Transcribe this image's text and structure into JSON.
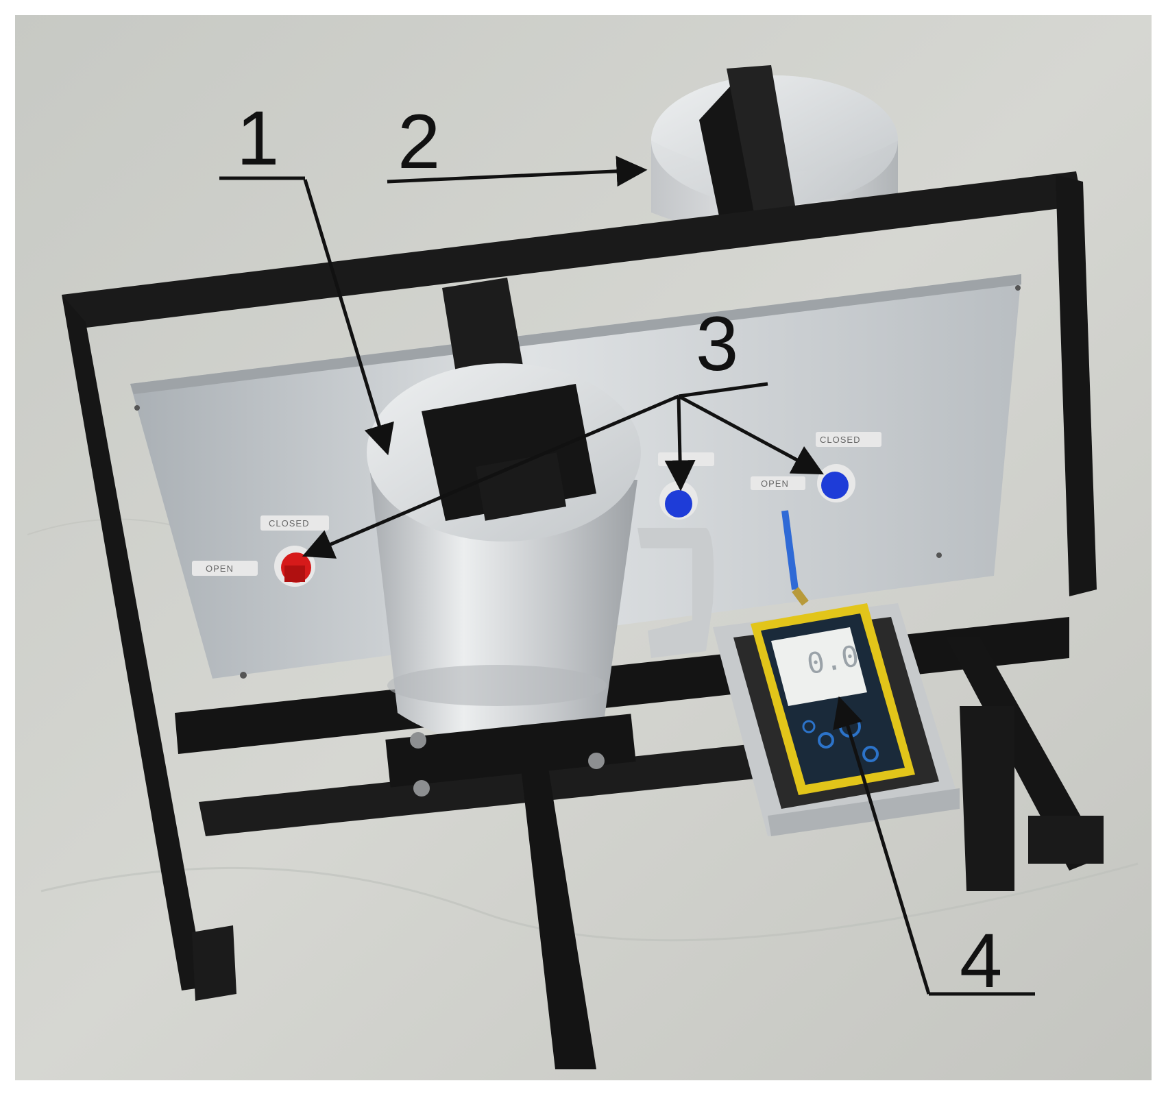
{
  "photo": {
    "frame_color": "#1a1a1a",
    "floor_color": "#cfd0cc",
    "plate_color": "#c9ccce",
    "cylinder_color": "#d7d9db",
    "meter_body_color": "#e2c51a",
    "meter_face_color": "#1a2a3a",
    "meter_button_color": "#2c73c9",
    "valve_red_color": "#d61a1a",
    "valve_blue_color": "#1e3cd8"
  },
  "valve_labels": {
    "left_closed": "CLOSED",
    "left_open": "OPEN",
    "right_open": "OPEN",
    "right_closed": "CLOSED"
  },
  "callouts": [
    {
      "id": "1",
      "label": "1"
    },
    {
      "id": "2",
      "label": "2"
    },
    {
      "id": "3",
      "label": "3"
    },
    {
      "id": "4",
      "label": "4"
    }
  ]
}
